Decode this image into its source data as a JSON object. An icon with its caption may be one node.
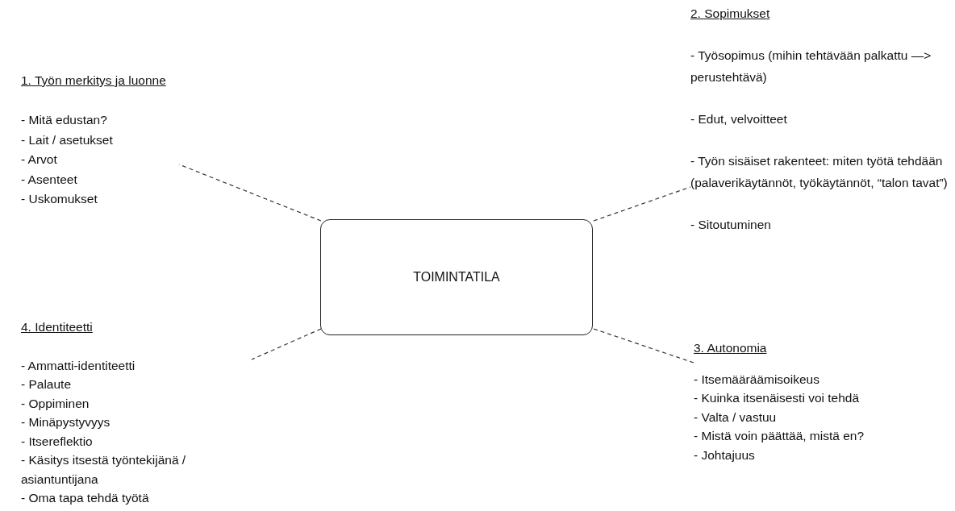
{
  "diagram": {
    "nodes": [
      {
        "text": [
          "TOIMINTATILA"
        ]
      },
      {
        "text": [
          "1. Työn merkitys ja luonne",
          "- Mitä edustan?",
          "- Lait / asetukset",
          "- Arvot",
          "- Asenteet",
          "- Uskomukset"
        ]
      },
      {
        "text": [
          "2. Sopimukset",
          "- Työsopimus (mihin tehtävään palkattu —> perustehtävä)",
          "- Edut, velvoitteet",
          "- Työn sisäiset rakenteet: miten työtä tehdään (palaverikäytännöt, työkäytännöt, “talon tavat”)",
          "- Sitoutuminen"
        ]
      },
      {
        "text": [
          "3. Autonomia",
          "- Itsemääräämisoikeus",
          "- Kuinka itsenäisesti voi tehdä",
          "- Valta / vastuu",
          "- Mistä voin päättää, mistä en?",
          "- Johtajuus"
        ]
      },
      {
        "text": [
          "4. Identiteetti",
          "- Ammatti-identiteetti",
          "- Palaute",
          "- Oppiminen",
          "- Minäpystyvyys",
          "- Itsereflektio",
          "- Käsitys itsestä työntekijänä / asiantuntijana",
          "- Oma tapa tehdä työtä"
        ]
      }
    ],
    "edges": [
      {
        "from": 0,
        "to": 1,
        "arrow": "none",
        "style": "dashed"
      },
      {
        "from": 0,
        "to": 2,
        "arrow": "none",
        "style": "dashed"
      },
      {
        "from": 0,
        "to": 3,
        "arrow": "none",
        "style": "dashed"
      },
      {
        "from": 0,
        "to": 4,
        "arrow": "none",
        "style": "dashed"
      }
    ]
  }
}
